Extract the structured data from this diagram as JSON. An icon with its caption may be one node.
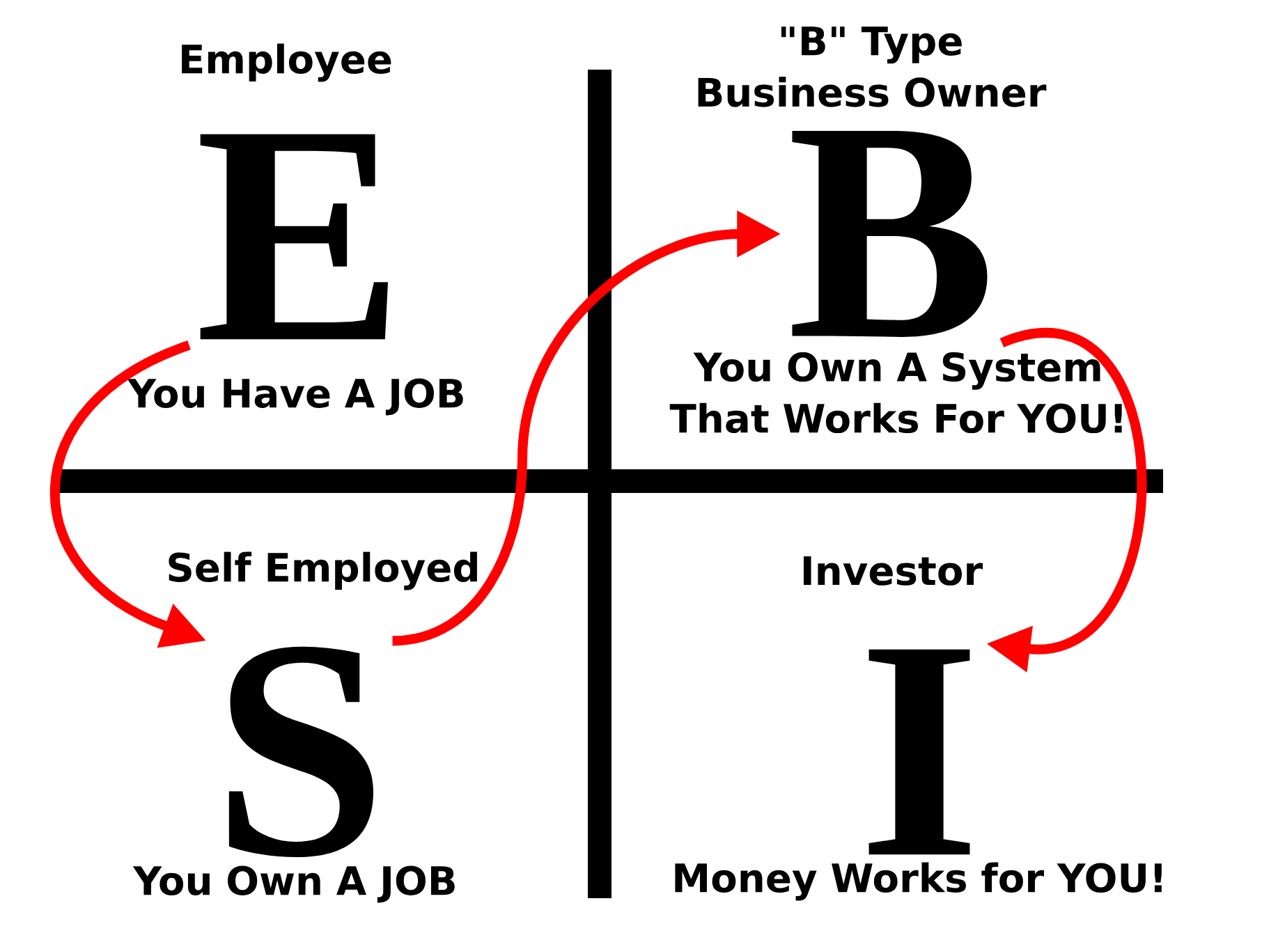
{
  "diagram": {
    "nodes": [
      {
        "text": [
          "Employee",
          "E",
          "You Have A JOB"
        ]
      },
      {
        "text": [
          "\"B\" Type Business Owner",
          "B",
          "You Own A System That Works For YOU!"
        ]
      },
      {
        "text": [
          "Self Employed",
          "S",
          "You Own A JOB"
        ]
      },
      {
        "text": [
          "Investor",
          "I",
          "Money Works for YOU!"
        ]
      }
    ],
    "edges": [
      {
        "from": 0,
        "to": 2,
        "arrow": "to"
      },
      {
        "from": 2,
        "to": 1,
        "arrow": "to"
      },
      {
        "from": 1,
        "to": 3,
        "arrow": "to"
      }
    ]
  }
}
